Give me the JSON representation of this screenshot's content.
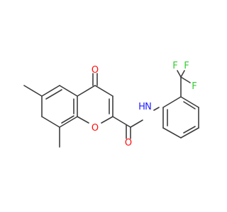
{
  "molecule": {
    "atoms": {
      "ketone_oxygen": "O",
      "ring_oxygen": "O",
      "amide_oxygen": "O",
      "amide_nitrogen": "N",
      "amide_hydrogen": "H",
      "fluorine_top_left": "F",
      "fluorine_top_right": "F",
      "fluorine_right": "F"
    },
    "colors": {
      "bond": "#3d3d3d",
      "oxygen": "#ff0d0d",
      "nitrogen": "#2020ff",
      "fluorine": "#33cc33"
    }
  }
}
